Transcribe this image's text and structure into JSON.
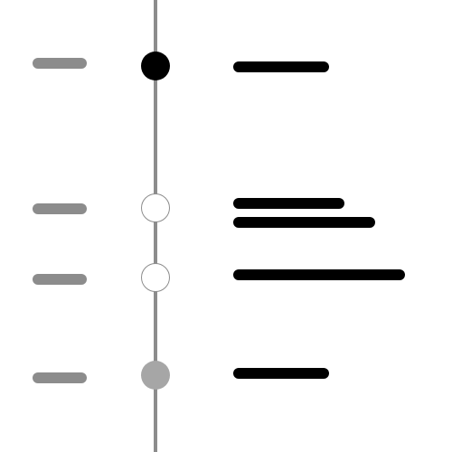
{
  "timeline": {
    "colors": {
      "axis": "#8c8c8c",
      "left_dash": "#8c8c8c",
      "text_bar": "#000000",
      "marker_filled": "#000000",
      "marker_hollow_fill": "#ffffff",
      "marker_muted": "#a6a6a6"
    },
    "events": [
      {
        "marker": "filled",
        "lines": 1
      },
      {
        "marker": "hollow",
        "lines": 2
      },
      {
        "marker": "hollow",
        "lines": 1
      },
      {
        "marker": "muted",
        "lines": 1
      }
    ]
  }
}
